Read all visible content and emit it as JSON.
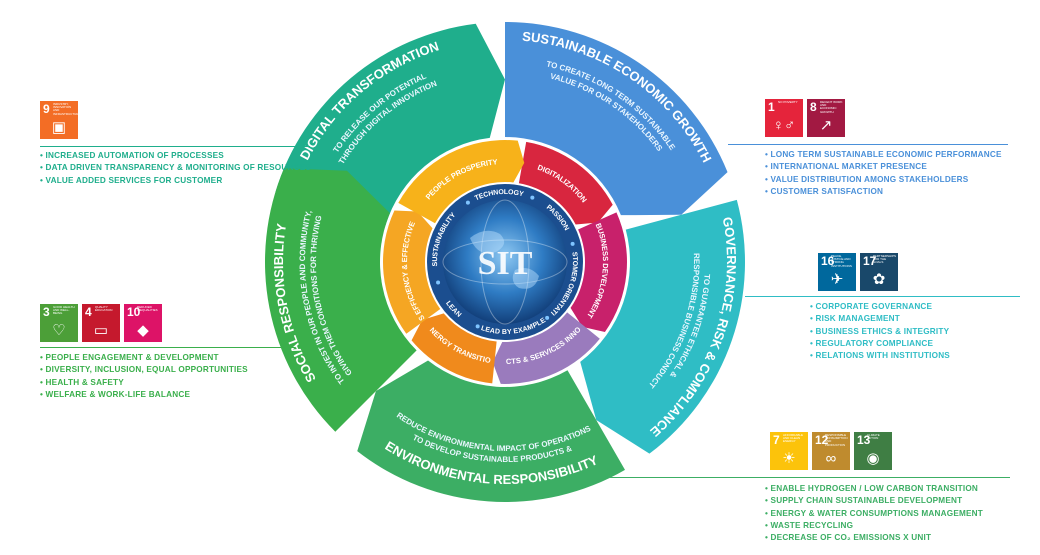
{
  "colors": {
    "digital": "#1fae8c",
    "economic": "#4a90d9",
    "governance": "#2fbdc5",
    "environmental": "#3cae64",
    "social": "#3aaf4b"
  },
  "center": {
    "logo": "SIT"
  },
  "outer_sectors": [
    {
      "id": "digital",
      "title": "DIGITAL TRANSFORMATION",
      "subtitle_lines": [
        "TO RELEASE OUR POTENTIAL",
        "THROUGH DIGITAL INNOVATION"
      ]
    },
    {
      "id": "economic",
      "title": "SUSTAINABLE ECONOMIC GROWTH",
      "subtitle_lines": [
        "TO CREATE LONG TERM SUSTAINABLE",
        "VALUE FOR OUR STAKEHOLDERS"
      ]
    },
    {
      "id": "governance",
      "title": "GOVERNANCE, RISK & COMPLIANCE",
      "subtitle_lines": [
        "TO GUARANTEE ETHICAL &",
        "RESPONSIBLE BUSINESS CONDUCT"
      ]
    },
    {
      "id": "environmental",
      "title": "ENVIRONMENTAL RESPONSIBILITY",
      "subtitle_lines": [
        "TO DEVELOP  SUSTAINABLE PRODUCTS &",
        "REDUCE ENVIRONMENTAL IMPACT OF OPERATIONS"
      ]
    },
    {
      "id": "social",
      "title": "SOCIAL RESPONSIBILITY",
      "subtitle_lines": [
        "TO INVEST IN OUR PEOPLE AND COMMUNITY,",
        "GIVING THEM CONDITIONS FOR THRIVING"
      ]
    }
  ],
  "middle_ring": [
    {
      "label": "DIGITALIZATION",
      "color": "#d8263f"
    },
    {
      "label": "BUSINESS DEVELOPMENT",
      "color": "#c8216b"
    },
    {
      "label": "PRODUCTS & SERVICES INNOVATION",
      "color": "#9a7bbd"
    },
    {
      "label": "ENERGY TRANSITION",
      "color": "#f08a1c"
    },
    {
      "label": "PROCESSES EFFICIENCY & EFFECTIVENESS LEAN",
      "color": "#f5a623"
    },
    {
      "label": "PEOPLE PROSPERITY",
      "color": "#f7b21a"
    }
  ],
  "inner_ring": [
    "TECHNOLOGY",
    "PASSION",
    "CUSTOMER ORIENTATION",
    "LEAD BY EXAMPLE",
    "LEAN",
    "SUSTAINABILITY"
  ],
  "panels": {
    "digital": {
      "sdgs": [
        {
          "number": "9",
          "title": "INDUSTRY, INNOVATION AND INFRASTRUCTURE",
          "color": "#f36d25",
          "icon": "cubes-icon"
        }
      ],
      "items": [
        "INCREASED AUTOMATION OF PROCESSES",
        "DATA DRIVEN TRANSPARENCY & MONITORING OF RESOURCES",
        "VALUE ADDED SERVICES FOR CUSTOMER"
      ]
    },
    "economic": {
      "sdgs": [
        {
          "number": "1",
          "title": "NO POVERTY",
          "color": "#e5243b",
          "icon": "family-icon"
        },
        {
          "number": "8",
          "title": "DECENT WORK AND ECONOMIC GROWTH",
          "color": "#a21942",
          "icon": "growth-chart-icon"
        }
      ],
      "items": [
        "LONG TERM SUSTAINABLE ECONOMIC PERFORMANCE",
        "INTERNATIONAL MARKET PRESENCE",
        "VALUE DISTRIBUTION AMONG STAKEHOLDERS",
        "CUSTOMER SATISFACTION"
      ]
    },
    "governance": {
      "sdgs": [
        {
          "number": "16",
          "title": "PEACE, JUSTICE AND STRONG INSTITUTIONS",
          "color": "#00689d",
          "icon": "dove-icon"
        },
        {
          "number": "17",
          "title": "PARTNERSHIPS FOR THE GOALS",
          "color": "#19486a",
          "icon": "partnership-icon"
        }
      ],
      "items": [
        "CORPORATE GOVERNANCE",
        "RISK MANAGEMENT",
        "BUSINESS ETHICS & INTEGRITY",
        "REGULATORY COMPLIANCE",
        "RELATIONS WITH INSTITUTIONS"
      ]
    },
    "social": {
      "sdgs": [
        {
          "number": "3",
          "title": "GOOD HEALTH AND WELL-BEING",
          "color": "#4c9f38",
          "icon": "heartbeat-icon"
        },
        {
          "number": "4",
          "title": "QUALITY EDUCATION",
          "color": "#c5192d",
          "icon": "book-icon"
        },
        {
          "number": "10",
          "title": "REDUCED INEQUALITIES",
          "color": "#dd1367",
          "icon": "equality-icon"
        }
      ],
      "items": [
        "PEOPLE ENGAGEMENT & DEVELOPMENT",
        "DIVERSITY, INCLUSION, EQUAL OPPORTUNITIES",
        "HEALTH & SAFETY",
        "WELFARE & WORK-LIFE BALANCE"
      ]
    },
    "environmental": {
      "sdgs": [
        {
          "number": "7",
          "title": "AFFORDABLE AND CLEAN ENERGY",
          "color": "#fcc30b",
          "icon": "sun-icon"
        },
        {
          "number": "12",
          "title": "RESPONSIBLE CONSUMPTION AND PRODUCTION",
          "color": "#bf8b2e",
          "icon": "infinity-icon"
        },
        {
          "number": "13",
          "title": "CLIMATE ACTION",
          "color": "#3f7e44",
          "icon": "eye-earth-icon"
        }
      ],
      "items": [
        "ENABLE HYDROGEN / LOW CARBON TRANSITION",
        "SUPPLY CHAIN SUSTAINABLE DEVELOPMENT",
        "ENERGY & WATER CONSUMPTIONS MANAGEMENT",
        "WASTE RECYCLING",
        "DECREASE OF CO₂ EMISSIONS X UNIT"
      ]
    }
  }
}
